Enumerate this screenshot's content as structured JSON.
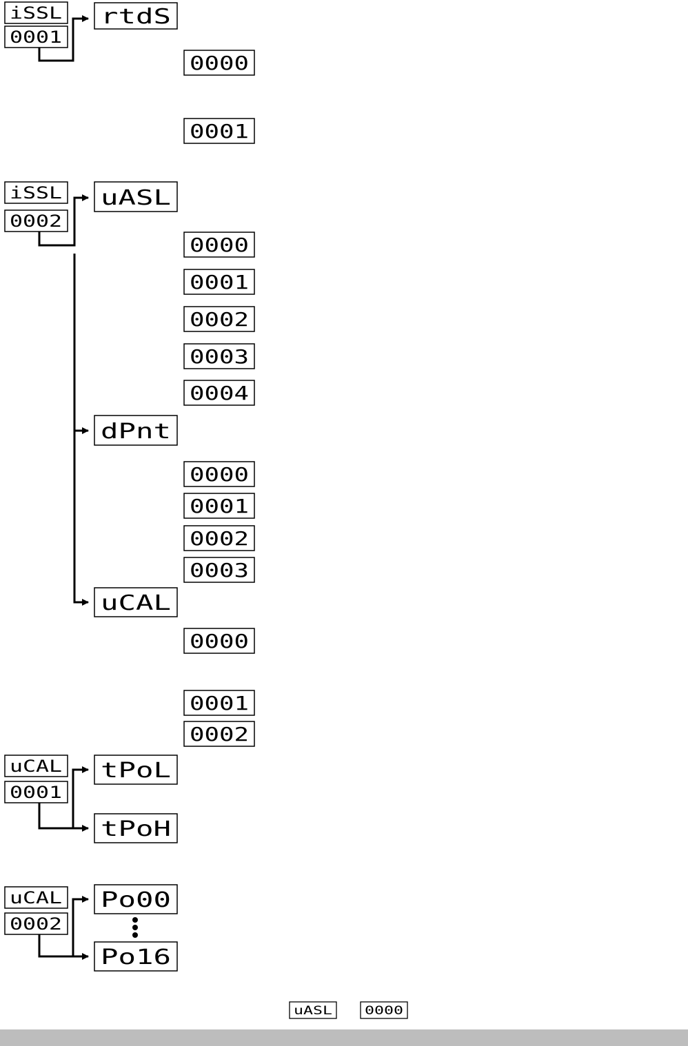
{
  "colors": {
    "ink": "#000000",
    "footer_bar": "#bdbdbd"
  },
  "displays": {
    "d1": "iSSL",
    "d2": "0001",
    "d3": "rtdS",
    "d4": "0000",
    "d5": "0001",
    "d6": "iSSL",
    "d7": "0002",
    "d8": "uASL",
    "d9": "0000",
    "d10": "0001",
    "d11": "0002",
    "d12": "0003",
    "d13": "0004",
    "d14": "dPnt",
    "d15": "0000",
    "d16": "0001",
    "d17": "0002",
    "d18": "0003",
    "d19": "uCAL",
    "d20": "0000",
    "d21": "0001",
    "d22": "0002",
    "d23": "uCAL",
    "d24": "0001",
    "d25": "tPoL",
    "d26": "tPoH",
    "d27": "uCAL",
    "d28": "0002",
    "d29": "Po00",
    "d30": "Po16",
    "d31": "uASL",
    "d32": "0000"
  }
}
